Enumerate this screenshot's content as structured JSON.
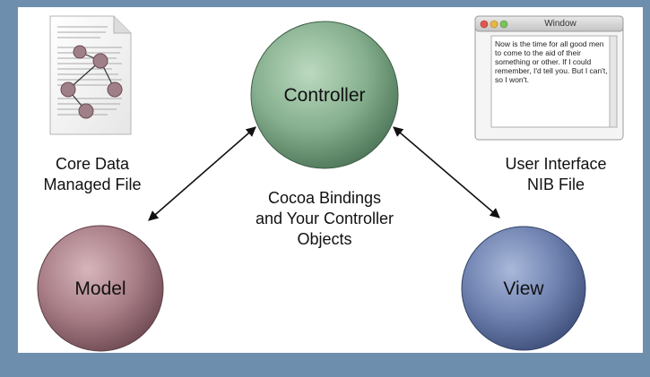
{
  "colors": {
    "page_background": "#6d8fad",
    "panel_background": "#ffffff",
    "controller_node": "#86b08f",
    "model_node": "#a97e87",
    "view_node": "#6f82b0"
  },
  "nodes": {
    "controller": {
      "label": "Controller"
    },
    "model": {
      "label": "Model"
    },
    "view": {
      "label": "View"
    }
  },
  "labels": {
    "core_data_line1": "Core Data",
    "core_data_line2": "Managed File",
    "user_interface_line1": "User Interface",
    "user_interface_line2": "NIB File",
    "cocoa_line1": "Cocoa Bindings",
    "cocoa_line2": "and Your Controller",
    "cocoa_line3": "Objects"
  },
  "icons": {
    "core_data_file": "document-with-graph-icon",
    "nib_window": "window-icon"
  },
  "nib_window": {
    "title": "Window",
    "text_lines": [
      "Now is the time for all good men",
      "to come to the aid of their",
      "something or other. If I could",
      "remember, I'd tell you. But I can't,",
      "so I won't."
    ]
  },
  "edges": [
    {
      "from": "controller",
      "to": "model",
      "bidirectional": true
    },
    {
      "from": "controller",
      "to": "view",
      "bidirectional": true
    }
  ]
}
